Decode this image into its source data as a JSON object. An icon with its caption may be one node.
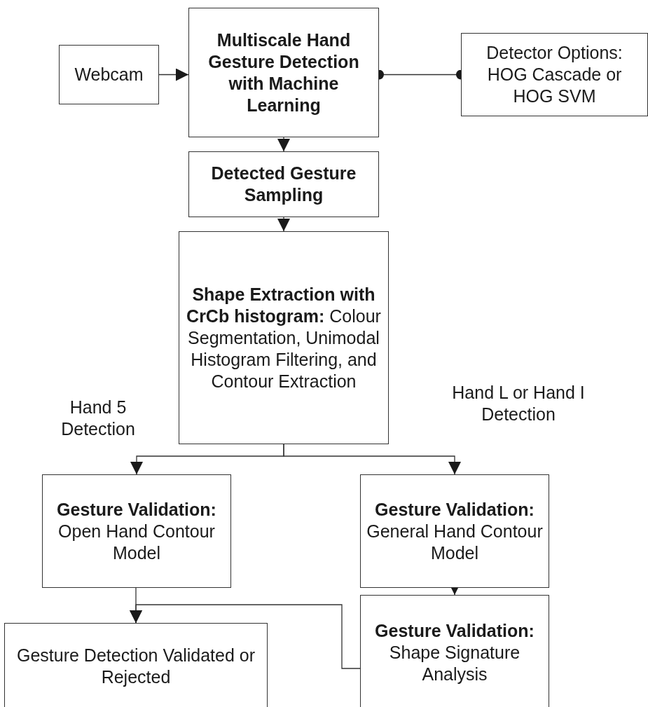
{
  "diagram": {
    "nodes": [
      {
        "text": [
          "Webcam"
        ]
      },
      {
        "text": [
          "Multiscale Hand Gesture Detection with Machine Learning"
        ]
      },
      {
        "text": [
          "Detector Options: HOG Cascade or HOG SVM"
        ]
      },
      {
        "text": [
          "Detected Gesture Sampling"
        ]
      },
      {
        "text": [
          "**Shape Extraction with CrCb histogram:** Colour Segmentation, Unimodal Histogram Filtering, and Contour Extraction"
        ]
      },
      {
        "text": [
          "**Gesture Validation:** Open Hand Contour Model"
        ]
      },
      {
        "text": [
          "**Gesture Validation:** General Hand Contour Model"
        ]
      },
      {
        "text": [
          "Gesture Detection Validated or Rejected"
        ]
      },
      {
        "text": [
          "**Gesture Validation:** Shape Signature Analysis"
        ]
      }
    ],
    "edges": [
      {
        "from": 0,
        "to": 1,
        "arrow": "to"
      },
      {
        "from": 1,
        "to": 2,
        "arrow": "other"
      },
      {
        "from": 1,
        "to": 3,
        "arrow": "to"
      },
      {
        "from": 3,
        "to": 4,
        "arrow": "to"
      },
      {
        "from": 4,
        "to": 5,
        "arrow": "to"
      },
      {
        "from": 4,
        "to": 6,
        "arrow": "to"
      },
      {
        "from": 6,
        "to": 8,
        "arrow": "to"
      },
      {
        "from": 5,
        "to": 7,
        "arrow": "to"
      },
      {
        "from": 8,
        "to": 7,
        "arrow": "to"
      }
    ],
    "labels": [
      "Hand L or Hand I Detection",
      "Hand 5 Detection"
    ]
  }
}
